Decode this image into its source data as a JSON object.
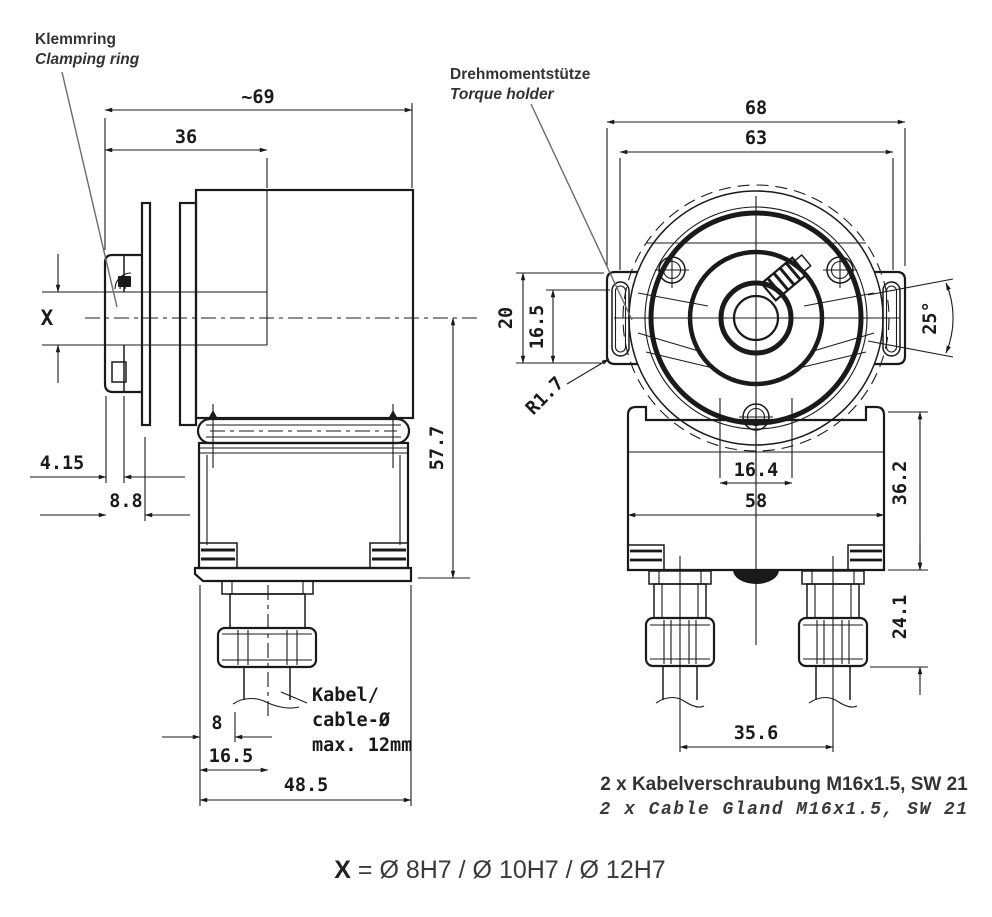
{
  "side_view": {
    "title_de": "Klemmring",
    "title_en": "Clamping ring",
    "dim_overall_width": "~69",
    "dim_shaft_depth": "36",
    "dim_shaft_label": "X",
    "dim_clamp_offset": "4.15",
    "dim_clamp_width": "8.8",
    "dim_axis_to_bottom": "57.7",
    "dim_cable_edge": "8",
    "dim_cable_center": "16.5",
    "dim_bottom_width": "48.5",
    "cable_note_line1": "Kabel/",
    "cable_note_line2": "cable-Ø",
    "cable_note_line3": "max. 12mm"
  },
  "front_view": {
    "title_de": "Drehmomentstütze",
    "title_en": "Torque holder",
    "dim_overall_width": "68",
    "dim_flange_width": "63",
    "dim_ear_height": "20",
    "dim_slot_height": "16.5",
    "dim_slot_radius": "R1.7",
    "dim_ear_angle": "25°",
    "dim_pocket_width": "16.4",
    "dim_body_width": "58",
    "dim_body_height": "36.2",
    "dim_gland_height": "24.1",
    "dim_gland_spacing": "35.6"
  },
  "notes": {
    "glands_de": "2 x Kabelverschraubung M16x1.5, SW 21",
    "glands_en": "2 x Cable Gland M16x1.5, SW 21",
    "shaft_bore_prefix": "X",
    "shaft_bore_formula": " = Ø 8H7 / Ø 10H7 / Ø 12H7"
  },
  "colors": {
    "line": "#1a1a1a",
    "text": "#333333"
  }
}
